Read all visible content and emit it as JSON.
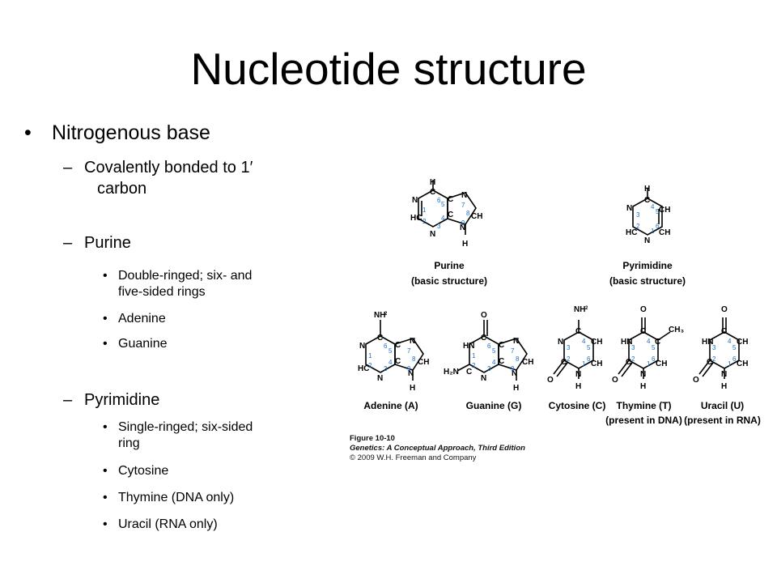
{
  "slide": {
    "title": "Nucleotide structure",
    "bullets": {
      "level1": "Nitrogenous base",
      "bonded": "Covalently bonded to 1′ carbon",
      "bonded_l1": "Covalently bonded to 1′",
      "bonded_l2": "carbon",
      "purine": "Purine",
      "purine_desc_l1": "Double-ringed; six- and",
      "purine_desc_l2": "five-sided rings",
      "adenine": "Adenine",
      "guanine": "Guanine",
      "pyrimidine": "Pyrimidine",
      "pyr_desc_l1": "Single-ringed; six-sided",
      "pyr_desc_l2": "ring",
      "cytosine": "Cytosine",
      "thymine": "Thymine (DNA only)",
      "uracil": "Uracil (RNA only)"
    }
  },
  "figure": {
    "purine_label": "Purine",
    "purine_sub": "(basic structure)",
    "pyrimidine_label": "Pyrimidine",
    "pyrimidine_sub": "(basic structure)",
    "adenine_label": "Adenine (A)",
    "guanine_label": "Guanine (G)",
    "cytosine_label": "Cytosine (C)",
    "thymine_label": "Thymine (T)",
    "thymine_sub": "(present in DNA)",
    "uracil_label": "Uracil (U)",
    "uracil_sub": "(present in RNA)",
    "caption_l1": "Figure 10-10",
    "caption_l2": "Genetics: A Conceptual Approach, Third Edition",
    "caption_l3": "© 2009 W.H. Freeman and Company"
  },
  "colors": {
    "atom_number": "#1a6fc4",
    "text": "#000000"
  }
}
